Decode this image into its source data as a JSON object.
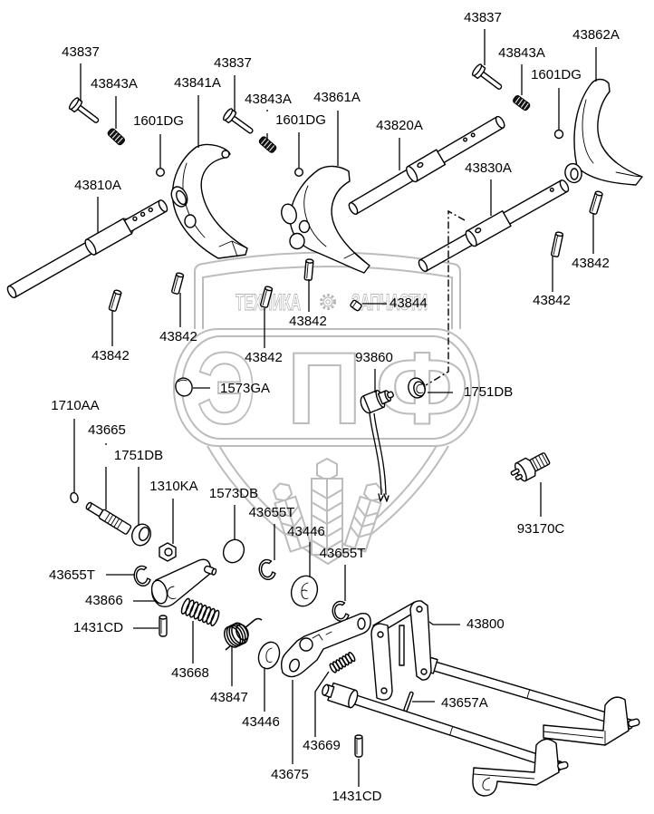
{
  "diagram": {
    "callouts": [
      {
        "part_no": "43837"
      },
      {
        "part_no": "43843A"
      },
      {
        "part_no": "1601DG"
      },
      {
        "part_no": "43841A"
      },
      {
        "part_no": "43837"
      },
      {
        "part_no": "43843A"
      },
      {
        "part_no": "1601DG"
      },
      {
        "part_no": "43861A"
      },
      {
        "part_no": "43810A"
      },
      {
        "part_no": "43820A"
      },
      {
        "part_no": "43837"
      },
      {
        "part_no": "43843A"
      },
      {
        "part_no": "1601DG"
      },
      {
        "part_no": "43862A"
      },
      {
        "part_no": "43830A"
      },
      {
        "part_no": "43842"
      },
      {
        "part_no": "43842"
      },
      {
        "part_no": "43842"
      },
      {
        "part_no": "43842"
      },
      {
        "part_no": "43842"
      },
      {
        "part_no": "43842"
      },
      {
        "part_no": "43844"
      },
      {
        "part_no": "93860"
      },
      {
        "part_no": "1751DB"
      },
      {
        "part_no": "1573GA"
      },
      {
        "part_no": "1710AA"
      },
      {
        "part_no": "43665"
      },
      {
        "part_no": "1751DB"
      },
      {
        "part_no": "1310KA"
      },
      {
        "part_no": "1573DB"
      },
      {
        "part_no": "43655T"
      },
      {
        "part_no": "43446"
      },
      {
        "part_no": "43655T"
      },
      {
        "part_no": "43655T"
      },
      {
        "part_no": "43866"
      },
      {
        "part_no": "1431CD"
      },
      {
        "part_no": "43668"
      },
      {
        "part_no": "43847"
      },
      {
        "part_no": "43446"
      },
      {
        "part_no": "43675"
      },
      {
        "part_no": "43669"
      },
      {
        "part_no": "1431CD"
      },
      {
        "part_no": "43657A"
      },
      {
        "part_no": "43800"
      },
      {
        "part_no": "93170C"
      }
    ]
  },
  "watermark": {
    "brand_left": "ТЕХНИКА",
    "brand_right": "ЗАПЧАСТИ",
    "logo_letters": [
      "Э",
      "П",
      "Ф"
    ]
  },
  "icons": {
    "brand_separator": "gear-icon"
  },
  "colors": {
    "line_art": "#000000",
    "watermark": "#bcbcbc",
    "background": "#ffffff"
  }
}
